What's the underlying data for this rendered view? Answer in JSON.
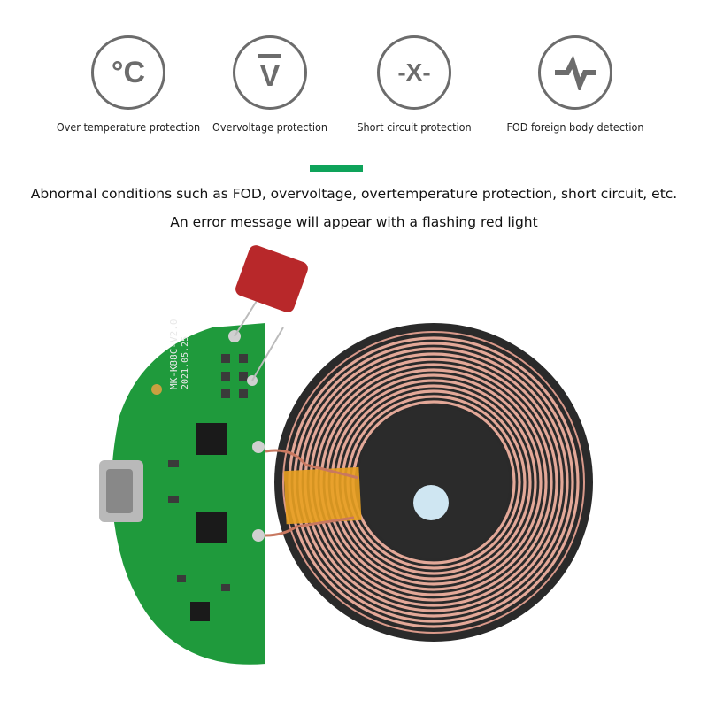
{
  "features": [
    {
      "icon": "celsius-icon",
      "glyph": "°C",
      "label": "Over temperature protection"
    },
    {
      "icon": "voltage-icon",
      "glyph": "V",
      "label": "Overvoltage protection"
    },
    {
      "icon": "short-circuit-icon",
      "glyph": "-X-",
      "label": "Short circuit protection"
    },
    {
      "icon": "waveform-icon",
      "glyph": "",
      "label": "FOD foreign body detection"
    }
  ],
  "description": {
    "line1": "Abnormal conditions such as FOD, overvoltage, overtemperature protection, short circuit, etc.",
    "line2": "An error message will appear with a flashing red light"
  },
  "product": {
    "board_marking": "MK-K88C-V2.0",
    "board_date": "2021.05.25"
  },
  "colors": {
    "accent": "#0ea35a",
    "icon": "#6c6c6c",
    "pcb": "#1f9a3c",
    "coil": "#e0a090"
  }
}
